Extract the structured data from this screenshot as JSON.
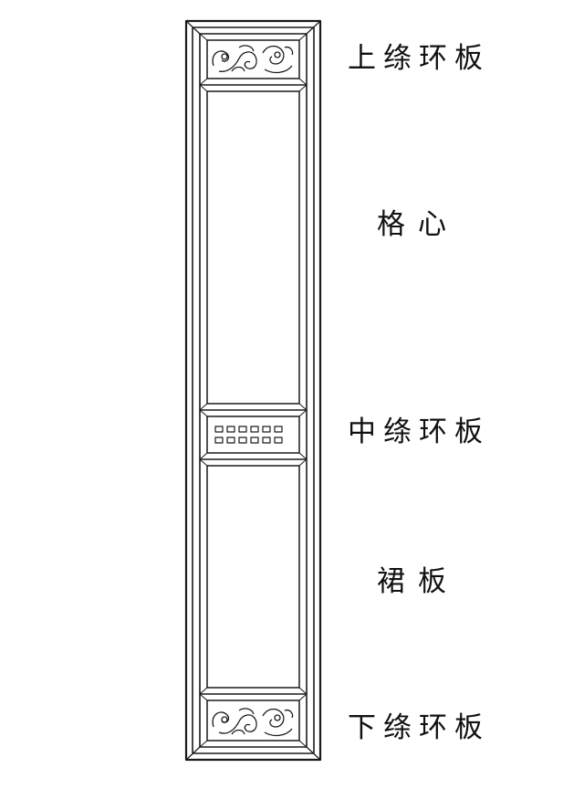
{
  "diagram": {
    "labels": {
      "top_panel": "上绦环板",
      "lattice_heart": "格心",
      "middle_panel": "中绦环板",
      "skirt_panel": "裙板",
      "bottom_panel": "下绦环板"
    },
    "colors": {
      "line": "#1a1a1a",
      "background": "#ffffff"
    }
  }
}
